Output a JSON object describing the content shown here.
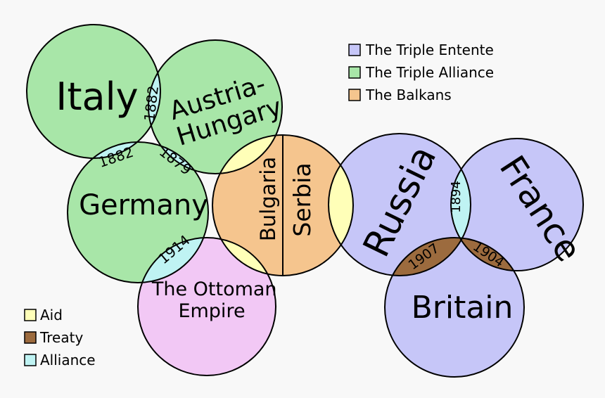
{
  "countries": {
    "italy": "Italy",
    "austria_line1": "Austria-",
    "austria_line2": "Hungary",
    "germany": "Germany",
    "bulgaria": "Bulgaria",
    "serbia": "Serbia",
    "ottoman_line1": "The Ottoman",
    "ottoman_line2": "Empire",
    "russia": "Russia",
    "france": "France",
    "britain": "Britain"
  },
  "links": {
    "italy_austria": "1882",
    "italy_germany": "1882",
    "austria_germany": "1879",
    "germany_ottoman": "1914",
    "russia_france": "1894",
    "russia_britain": "1907",
    "france_britain": "1904"
  },
  "legend_groups": [
    {
      "label": "The Triple Entente",
      "color": "#c6c6f8"
    },
    {
      "label": "The Triple Alliance",
      "color": "#a8e6a8"
    },
    {
      "label": "The Balkans",
      "color": "#f5c58e"
    }
  ],
  "legend_relations": [
    {
      "label": "Aid",
      "color": "#ffffb8"
    },
    {
      "label": "Treaty",
      "color": "#9c6b3e"
    },
    {
      "label": "Alliance",
      "color": "#bff3f3"
    }
  ],
  "colors": {
    "alliance_fill": "#a8e6a8",
    "entente_fill": "#c6c6f8",
    "balkans_fill": "#f5c58e",
    "ottoman_fill": "#f2c8f5",
    "aid_fill": "#ffffb8",
    "treaty_fill": "#9c6b3e",
    "alliance_link_fill": "#bff3f3"
  }
}
